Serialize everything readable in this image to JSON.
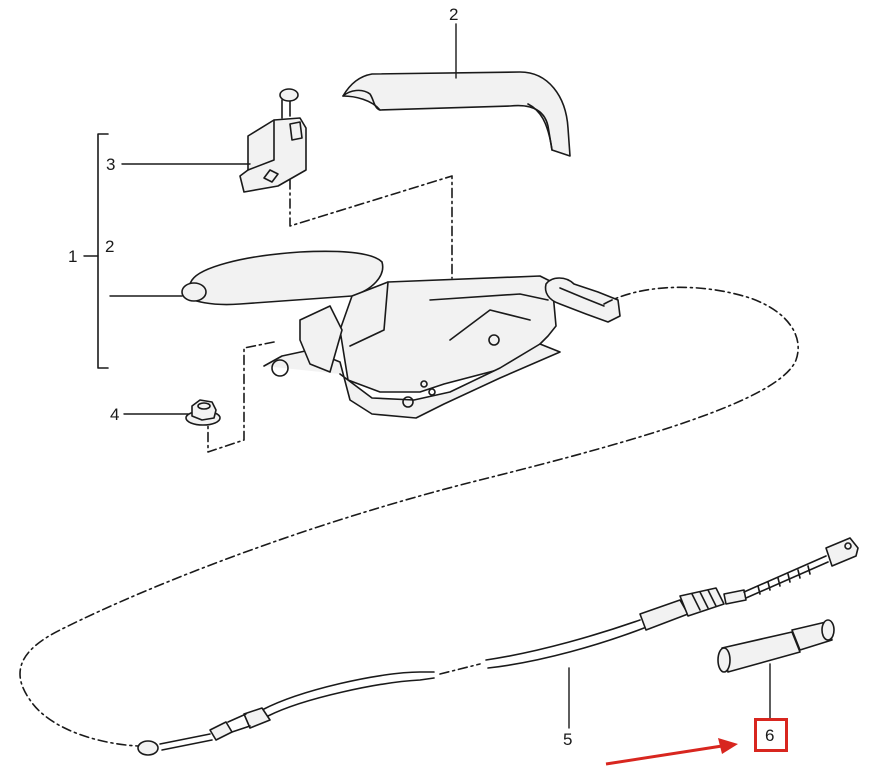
{
  "callouts": {
    "assembly": "1",
    "lever_grip_top": "2",
    "lever_grip_bracket": "2",
    "switch_bracket": "3",
    "nut": "4",
    "cable": "5",
    "sleeve": "6"
  },
  "colors": {
    "line": "#1a1a1a",
    "fill": "#f2f2f2",
    "highlight": "#d8261f"
  }
}
